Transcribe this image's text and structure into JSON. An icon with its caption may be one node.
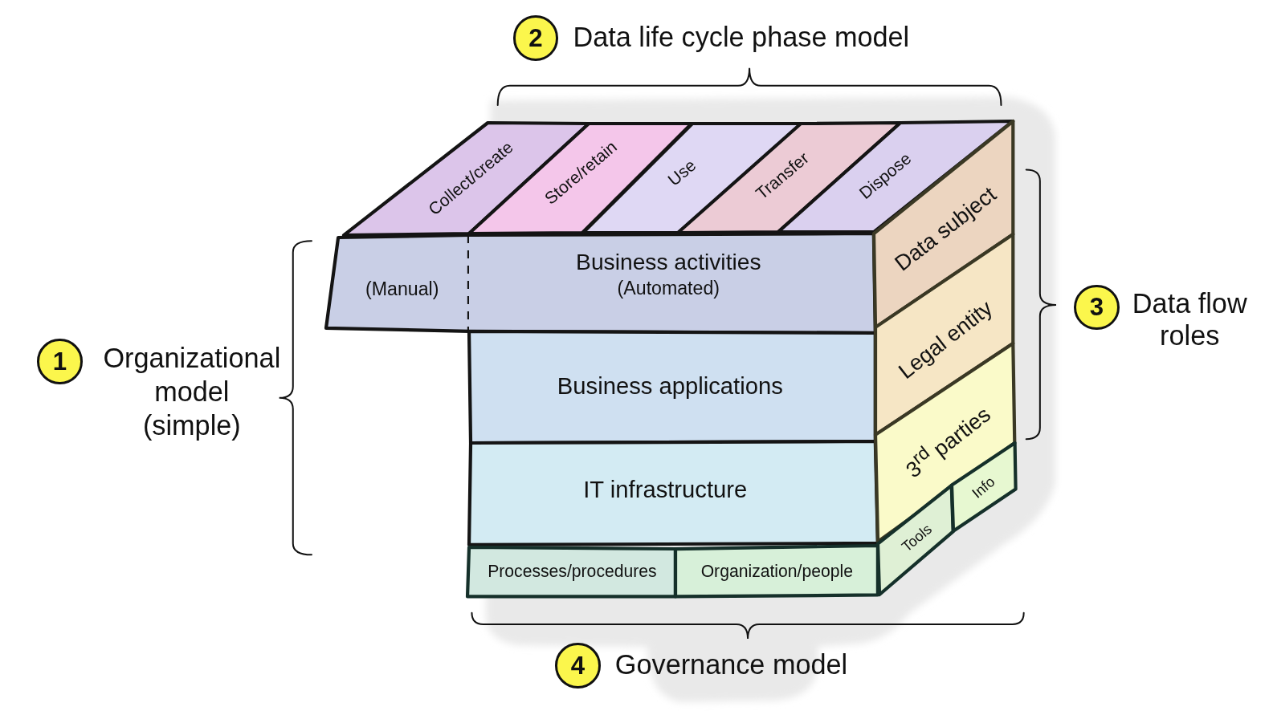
{
  "diagram": {
    "nodes": [
      {
        "text": [
          "2"
        ],
        "beside": [
          "Data life cycle phase model"
        ]
      },
      {
        "text": [
          "Collect/create"
        ]
      },
      {
        "text": [
          "Store/retain"
        ]
      },
      {
        "text": [
          "Use"
        ]
      },
      {
        "text": [
          "Transfer"
        ]
      },
      {
        "text": [
          "Dispose"
        ]
      },
      {
        "text": [
          "1"
        ],
        "beside": [
          "Organizational model (simple)"
        ]
      },
      {
        "text": [
          "(Manual)"
        ]
      },
      {
        "text": [
          "Business activities",
          "(Automated)"
        ]
      },
      {
        "text": [
          "Business applications"
        ]
      },
      {
        "text": [
          "IT infrastructure"
        ]
      },
      {
        "text": [
          "Processes/procedures"
        ]
      },
      {
        "text": [
          "Organization/people"
        ]
      },
      {
        "text": [
          "Data subject"
        ]
      },
      {
        "text": [
          "Legal entity"
        ]
      },
      {
        "text": [
          "3$^{rd}$ parties"
        ]
      },
      {
        "text": [
          "Tools"
        ]
      },
      {
        "text": [
          "Info"
        ]
      },
      {
        "text": [
          "3"
        ],
        "beside": [
          "Data flow roles"
        ]
      },
      {
        "text": [
          "4"
        ],
        "beside": [
          "Governance model"
        ]
      }
    ]
  }
}
